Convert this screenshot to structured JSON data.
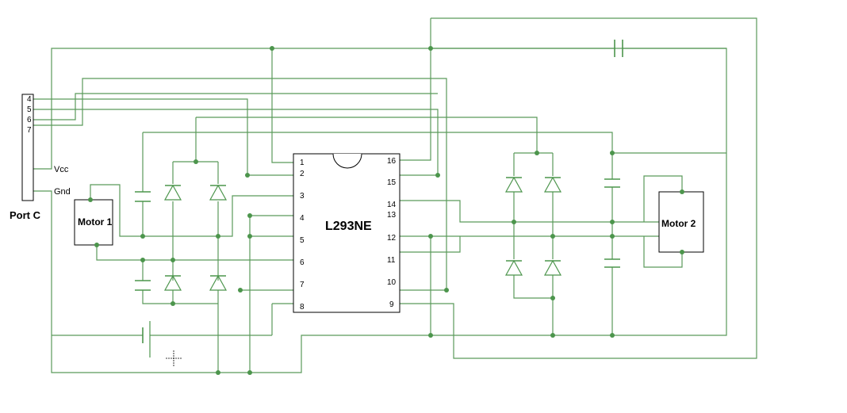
{
  "port": {
    "label": "Port C",
    "pins": [
      "4",
      "5",
      "6",
      "7"
    ],
    "vcc": "Vcc",
    "gnd": "Gnd"
  },
  "chip": {
    "label": "L293NE",
    "left_pins": [
      "1",
      "2",
      "3",
      "4",
      "5",
      "6",
      "7",
      "8"
    ],
    "right_pins": [
      "16",
      "15",
      "14",
      "13",
      "12",
      "11",
      "10",
      "9"
    ]
  },
  "motor1": {
    "label": "Motor 1"
  },
  "motor2": {
    "label": "Motor 2"
  }
}
